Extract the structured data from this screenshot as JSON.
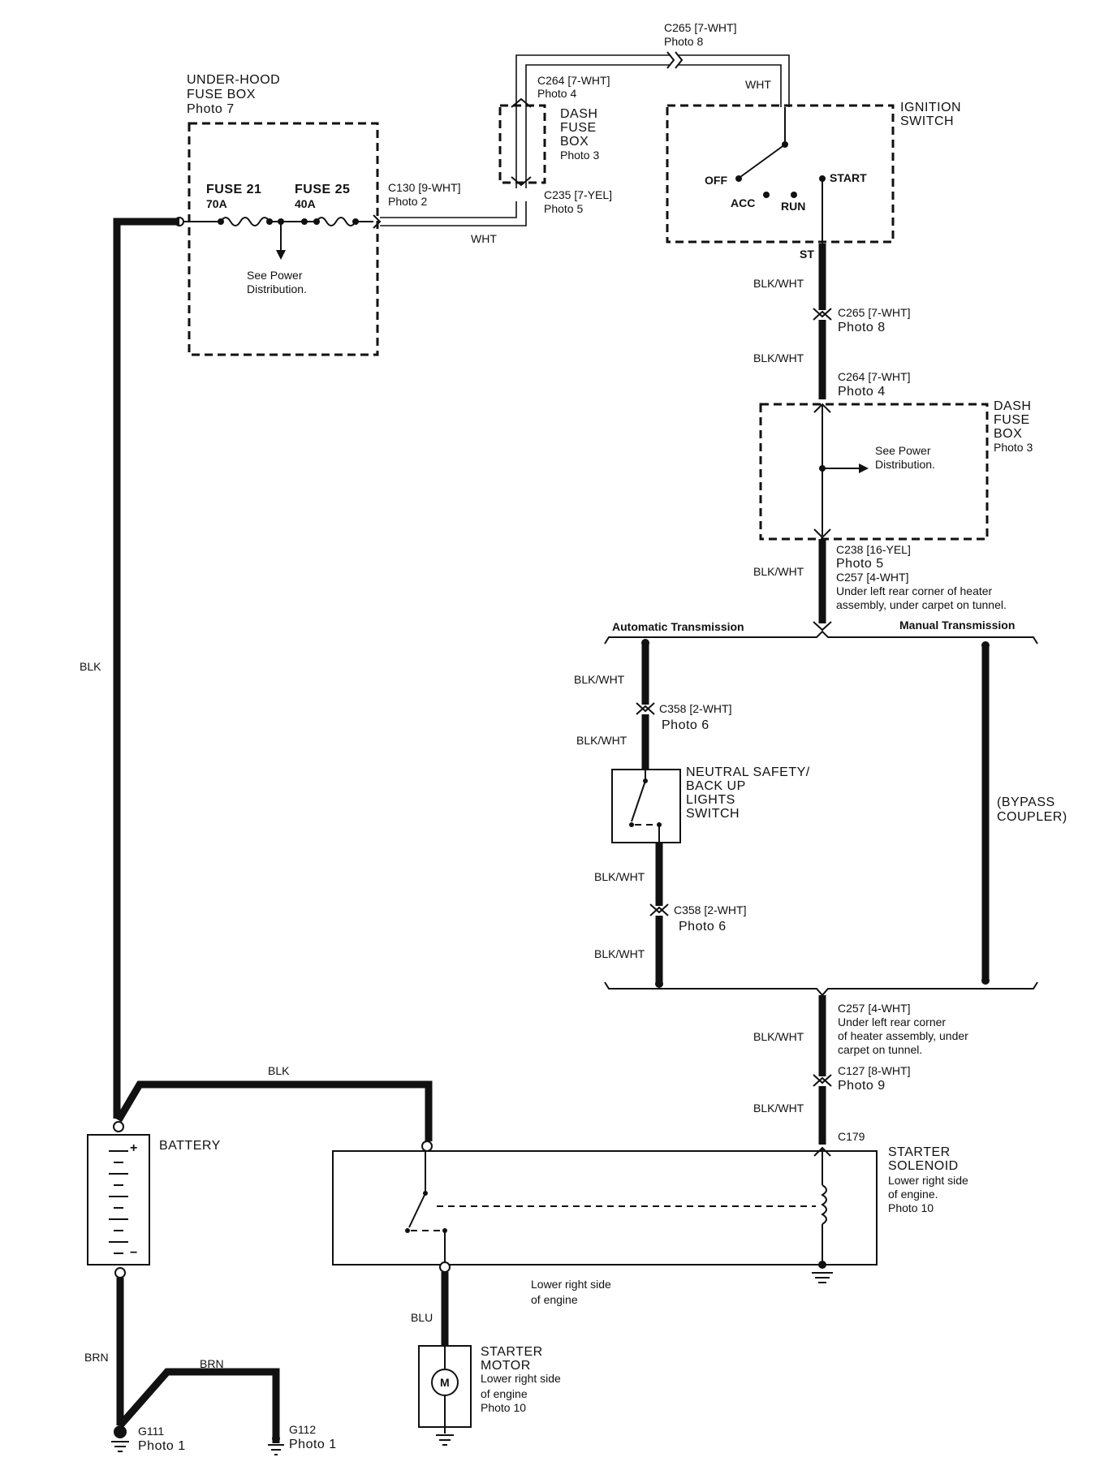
{
  "under_hood_fuse_box": {
    "title_line1": "UNDER-HOOD",
    "title_line2": "FUSE BOX",
    "photo": "Photo 7",
    "fuse21_name": "FUSE 21",
    "fuse21_rating": "70A",
    "fuse25_name": "FUSE 25",
    "fuse25_rating": "40A",
    "see_line1": "See Power",
    "see_line2": "Distribution."
  },
  "dash_fuse_box_top": {
    "line1": "DASH",
    "line2": "FUSE",
    "line3": "BOX",
    "photo": "Photo 3"
  },
  "ignition_switch": {
    "line1": "IGNITION",
    "line2": "SWITCH",
    "off": "OFF",
    "acc": "ACC",
    "run": "RUN",
    "start": "START",
    "terminal": "ST"
  },
  "dash_fuse_box_mid": {
    "line1": "DASH",
    "line2": "FUSE",
    "line3": "BOX",
    "photo": "Photo 3",
    "see_line1": "See Power",
    "see_line2": "Distribution."
  },
  "connectors": {
    "c265_top": "C265 [7-WHT]",
    "c265_top_photo": "Photo 8",
    "c264_top": "C264 [7-WHT]",
    "c264_top_photo": "Photo 4",
    "c235": "C235 [7-YEL]",
    "c235_photo": "Photo 5",
    "c130": "C130 [9-WHT]",
    "c130_photo": "Photo 2",
    "c265_mid": "C265 [7-WHT]",
    "c265_mid_photo": "Photo 8",
    "c264_mid": "C264 [7-WHT]",
    "c264_mid_photo": "Photo 4",
    "c238": "C238 [16-YEL]",
    "c238_photo": "Photo 5",
    "c257_upper": "C257 [4-WHT]",
    "c257_upper_note1": "Under left rear corner of heater",
    "c257_upper_note2": "assembly, under carpet on tunnel.",
    "c358_upper": "C358 [2-WHT]",
    "c358_upper_photo": "Photo 6",
    "c358_lower": "C358 [2-WHT]",
    "c358_lower_photo": "Photo 6",
    "c257_lower": "C257 [4-WHT]",
    "c257_lower_note1": "Under left rear corner",
    "c257_lower_note2": "of heater assembly, under",
    "c257_lower_note3": "carpet on tunnel.",
    "c127": "C127 [8-WHT]",
    "c127_photo": "Photo 9",
    "c179": "C179"
  },
  "wires": {
    "wht_top": "WHT",
    "wht_mid": "WHT",
    "blk_left": "BLK",
    "blk_top": "BLK",
    "blkwht_1": "BLK/WHT",
    "blkwht_2": "BLK/WHT",
    "blkwht_3": "BLK/WHT",
    "blkwht_at1": "BLK/WHT",
    "blkwht_at2": "BLK/WHT",
    "blkwht_at3": "BLK/WHT",
    "blkwht_at4": "BLK/WHT",
    "blkwht_4": "BLK/WHT",
    "blkwht_5": "BLK/WHT",
    "brn_left": "BRN",
    "brn_mid": "BRN",
    "blu": "BLU"
  },
  "transmission": {
    "automatic": "Automatic Transmission",
    "manual": "Manual Transmission",
    "bypass_line1": "(BYPASS",
    "bypass_line2": "COUPLER)"
  },
  "neutral_safety": {
    "line1": "NEUTRAL SAFETY/",
    "line2": "BACK UP",
    "line3": "LIGHTS",
    "line4": "SWITCH"
  },
  "battery": {
    "label": "BATTERY",
    "plus": "+",
    "minus": "−"
  },
  "starter_solenoid": {
    "line1": "STARTER",
    "line2": "SOLENOID",
    "line3": "Lower right side",
    "line4": "of engine.",
    "line5": "Photo 10"
  },
  "engine_location": {
    "line1": "Lower right side",
    "line2": "of engine"
  },
  "starter_motor": {
    "line1": "STARTER",
    "line2": "MOTOR",
    "line3": "Lower right side",
    "line4": "of engine",
    "line5": "Photo 10",
    "symbol": "M"
  },
  "grounds": {
    "g111": "G111",
    "g111_photo": "Photo 1",
    "g112": "G112",
    "g112_photo": "Photo 1"
  }
}
